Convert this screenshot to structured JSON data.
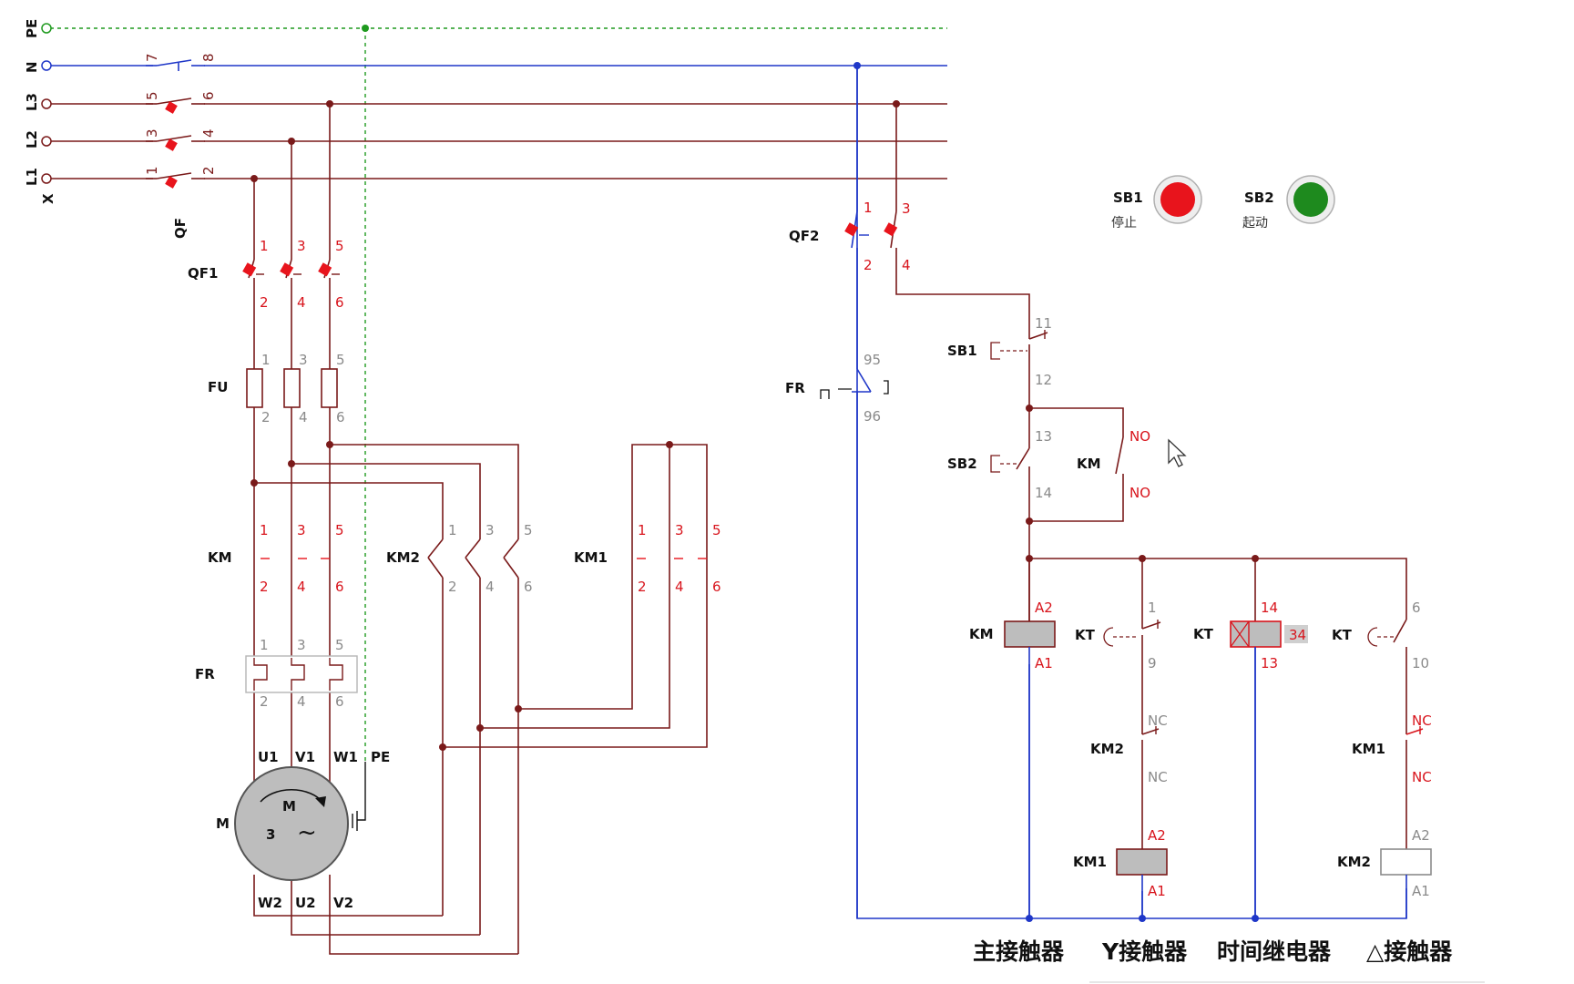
{
  "colors": {
    "power": "#7a1a1a",
    "pe": "#1f9a1f",
    "neutral": "#1f37c8",
    "red_label": "#d8141c",
    "gray_label": "#8a8a8a",
    "stop_button": "#e8141c",
    "start_button": "#1e8a1e"
  },
  "icons": {
    "cursor": "mouse-pointer-icon",
    "motor_rotation": "rotation-arrow-icon"
  },
  "buses": {
    "pe": "PE",
    "n": "N",
    "l3": "L3",
    "l2": "L2",
    "l1": "L1",
    "x": "X",
    "qf": "QF"
  },
  "qf_terminals": {
    "n_top": "7",
    "n_bot": "8",
    "l3_top": "5",
    "l3_bot": "6",
    "l2_top": "3",
    "l2_bot": "4",
    "l1_top": "1",
    "l1_bot": "2"
  },
  "main": {
    "qf1": {
      "label": "QF1",
      "top": [
        "1",
        "3",
        "5"
      ],
      "bottom": [
        "2",
        "4",
        "6"
      ]
    },
    "fu": {
      "label": "FU",
      "top": [
        "1",
        "3",
        "5"
      ],
      "bottom": [
        "2",
        "4",
        "6"
      ]
    },
    "km": {
      "label": "KM",
      "top": [
        "1",
        "3",
        "5"
      ],
      "bottom": [
        "2",
        "4",
        "6"
      ]
    },
    "km2": {
      "label": "KM2",
      "top": [
        "1",
        "3",
        "5"
      ],
      "bottom": [
        "2",
        "4",
        "6"
      ]
    },
    "km1": {
      "label": "KM1",
      "top": [
        "1",
        "3",
        "5"
      ],
      "bottom": [
        "2",
        "4",
        "6"
      ]
    },
    "fr": {
      "label": "FR",
      "top": [
        "1",
        "3",
        "5"
      ],
      "bottom": [
        "2",
        "4",
        "6"
      ]
    },
    "motor": {
      "label": "M",
      "symbol": "M",
      "phases": "3",
      "wave": "~",
      "top_terms": [
        "U1",
        "V1",
        "W1",
        "PE"
      ],
      "bottom_terms": [
        "W2",
        "U2",
        "V2"
      ]
    }
  },
  "control": {
    "qf2": {
      "label": "QF2",
      "t1": "1",
      "t3": "3",
      "t2": "2",
      "t4": "4"
    },
    "fr": {
      "label": "FR",
      "t95": "95",
      "t96": "96"
    },
    "sb1": {
      "label": "SB1",
      "t11": "11",
      "t12": "12"
    },
    "sb2": {
      "label": "SB2",
      "t13": "13",
      "t14": "14"
    },
    "km_hold": {
      "label": "KM",
      "no1": "NO",
      "no2": "NO"
    },
    "km_coil": {
      "label": "KM",
      "a2": "A2",
      "a1": "A1"
    },
    "kt_y": {
      "label": "KT",
      "t1": "1",
      "t9": "9"
    },
    "kt_coil": {
      "label": "KT",
      "t14": "14",
      "t13": "13",
      "badge": "34"
    },
    "kt_d": {
      "label": "KT",
      "t6": "6",
      "t10": "10"
    },
    "km2_nc": {
      "label": "KM2",
      "nc1": "NC",
      "nc2": "NC"
    },
    "km1_nc": {
      "label": "KM1",
      "nc1": "NC",
      "nc2": "NC"
    },
    "km1_coil": {
      "label": "KM1",
      "a2": "A2",
      "a1": "A1"
    },
    "km2_coil": {
      "label": "KM2",
      "a2": "A2",
      "a1": "A1"
    }
  },
  "buttons": {
    "sb1": {
      "label": "SB1",
      "caption": "停止"
    },
    "sb2": {
      "label": "SB2",
      "caption": "起动"
    }
  },
  "captions": [
    "主接触器",
    "Y接触器",
    "时间继电器",
    "△接触器"
  ]
}
